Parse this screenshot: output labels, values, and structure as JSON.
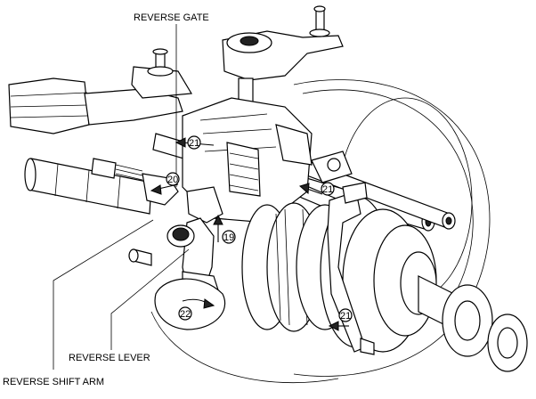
{
  "labels": {
    "reverse_gate": "REVERSE GATE",
    "reverse_lever": "REVERSE LEVER",
    "reverse_shift_arm": "REVERSE SHIFT ARM"
  },
  "callouts": {
    "c21_top": "21",
    "c20": "20",
    "c21_mid": "21",
    "c19": "19",
    "c22": "22",
    "c21_low": "21"
  }
}
